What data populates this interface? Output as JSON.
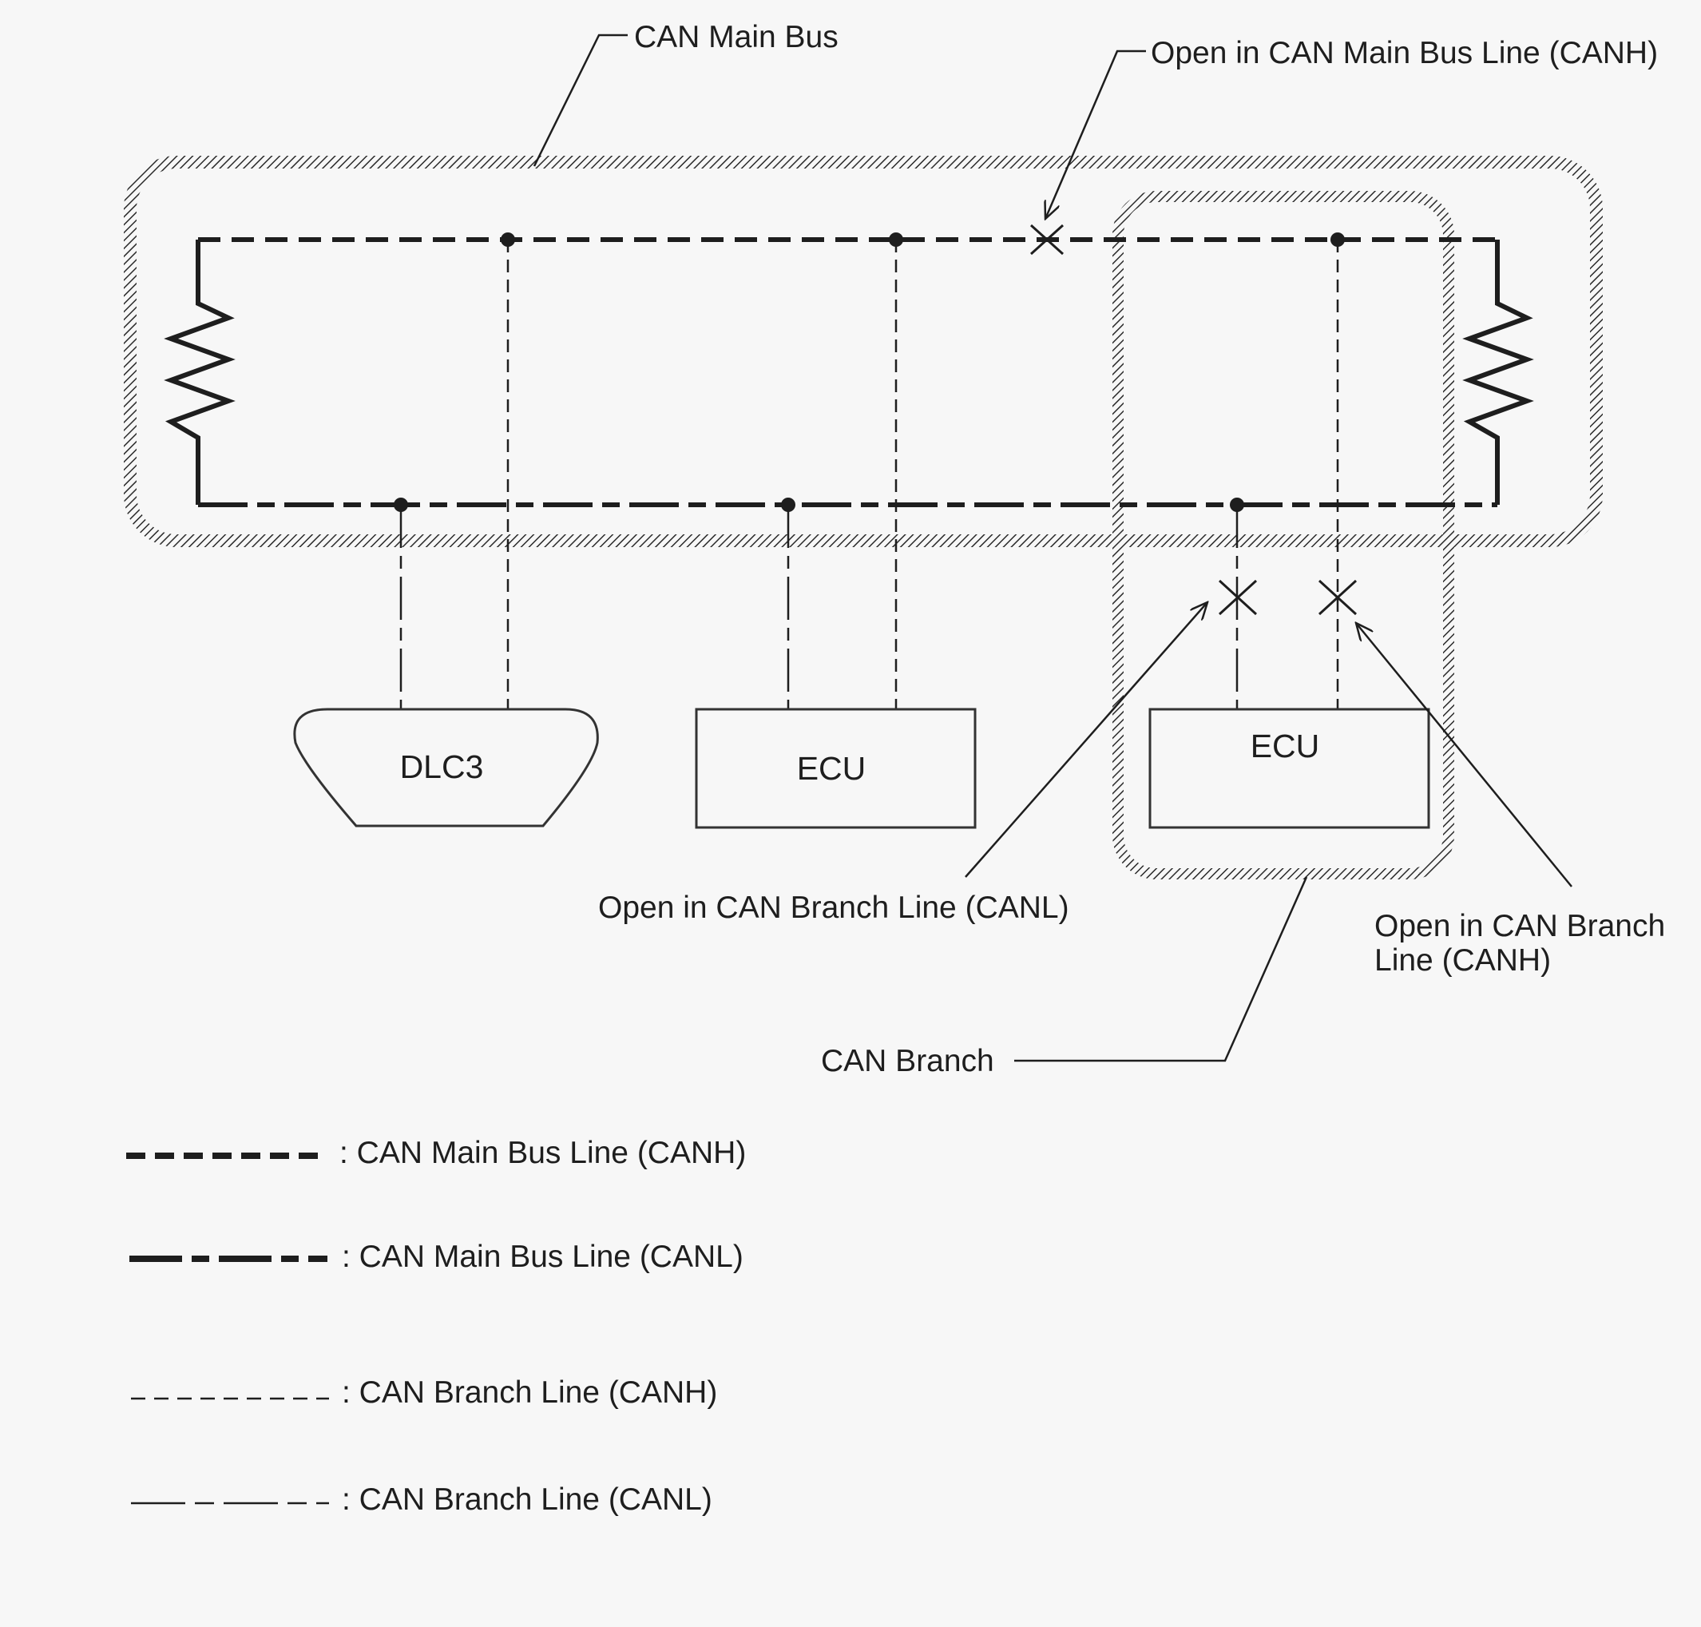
{
  "labels": {
    "main_bus": "CAN Main Bus",
    "open_main_canh": "Open in CAN Main Bus Line (CANH)",
    "open_branch_canl": "Open in CAN Branch Line (CANL)",
    "open_branch_canh_line1": "Open in CAN Branch",
    "open_branch_canh_line2": "Line (CANH)",
    "can_branch": "CAN Branch"
  },
  "components": {
    "dlc3": "DLC3",
    "ecu_1": "ECU",
    "ecu_2": "ECU"
  },
  "legend": [
    {
      "key": "main_canh",
      "label": ": CAN Main Bus Line (CANH)"
    },
    {
      "key": "main_canl",
      "label": ": CAN Main Bus Line (CANL)"
    },
    {
      "key": "branch_canh",
      "label": ": CAN Branch Line (CANH)"
    },
    {
      "key": "branch_canl",
      "label": ": CAN Branch Line (CANL)"
    }
  ],
  "colors": {
    "background": "#f7f7f7",
    "line": "#1e1e1e",
    "hatch": "#555555"
  }
}
